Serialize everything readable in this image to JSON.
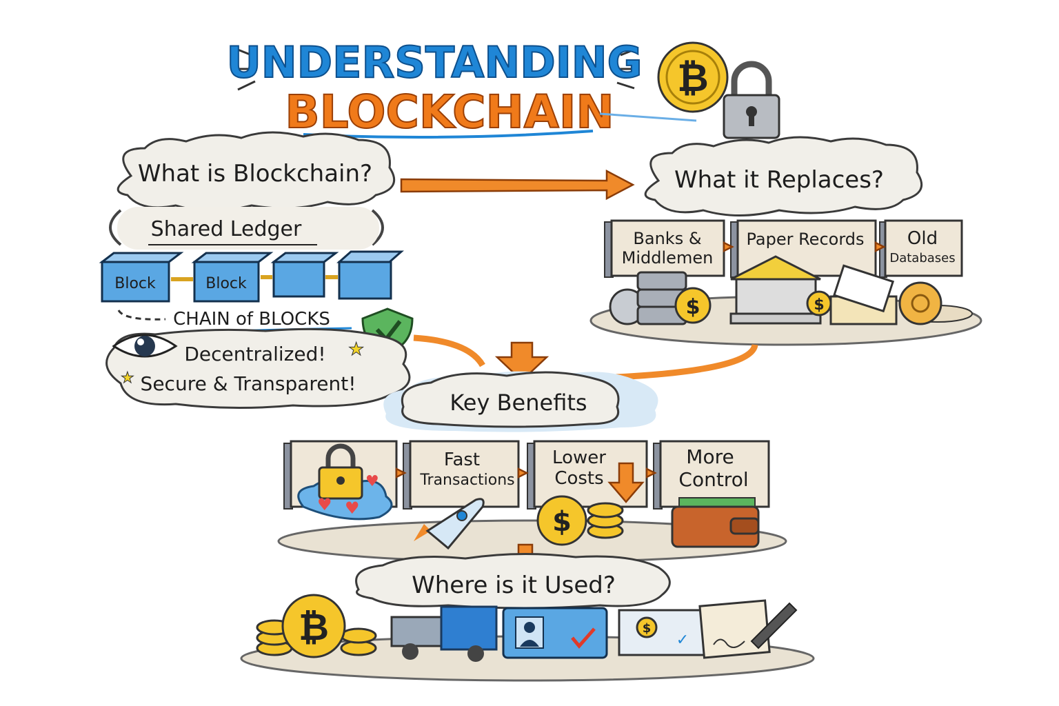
{
  "title": {
    "line1": "UNDERSTANDING",
    "line2": "BLOCKCHAIN"
  },
  "sections": {
    "what_is": {
      "heading": "What is Blockchain?",
      "shared_ledger": "Shared Ledger",
      "blocks": [
        "Block",
        "Block",
        "",
        ""
      ],
      "chain_label": "CHAIN of BLOCKS",
      "points": [
        "Decentralized!",
        "Secure & Transparent!"
      ]
    },
    "replaces": {
      "heading": "What it Replaces?",
      "items": [
        {
          "line1": "Banks &",
          "line2": "Middlemen"
        },
        {
          "line1": "Paper Records",
          "line2": ""
        },
        {
          "line1": "Old",
          "line2": "Databases"
        }
      ]
    },
    "benefits": {
      "heading": "Key Benefits",
      "items": [
        {
          "line1": "",
          "line2": ""
        },
        {
          "line1": "Fast",
          "line2": "Transactions"
        },
        {
          "line1": "Lower",
          "line2": "Costs"
        },
        {
          "line1": "More",
          "line2": "Control"
        }
      ]
    },
    "used": {
      "heading": "Where is it Used?"
    }
  },
  "icons": {
    "bitcoin": "₿",
    "dollar": "$",
    "check": "✓"
  },
  "colors": {
    "blue": "#1f86d6",
    "orange": "#f07a1a",
    "gold": "#f5c62b",
    "green": "#4caf50"
  }
}
